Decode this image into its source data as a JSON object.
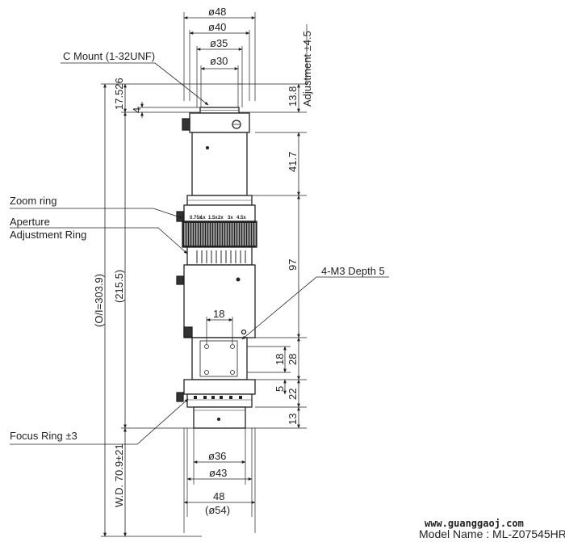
{
  "dimensions": {
    "top_diameters": [
      "ø48",
      "ø40",
      "ø35",
      "ø30"
    ],
    "adjustment": "Adjustment ±4.5",
    "right_heights": [
      "13.8",
      "41.7",
      "97",
      "28",
      "18",
      "22",
      "5",
      "13"
    ],
    "left_heights": [
      "17.526",
      "4",
      "(O/I=303.9)",
      "(215.5)",
      "W.D. 70.9±21"
    ],
    "block_width": "18",
    "bottom_diameters": [
      "ø36",
      "ø43"
    ],
    "bottom_width": "48",
    "bottom_outer": "(ø54)"
  },
  "callouts": {
    "c_mount": "C Mount (1-32UNF)",
    "zoom_ring": "Zoom ring",
    "aperture_1": "Aperture",
    "aperture_2": "Adjustment Ring",
    "focus_ring": "Focus Ring ±3",
    "m3_depth": "4-M3 Depth 5"
  },
  "zoom_scale": [
    "0.75x",
    "1x",
    "1.5x",
    "2x",
    "3x",
    "4.5x"
  ],
  "watermark": "www.guanggaoj.com",
  "model_name": "Model Name : ML-Z07545HR"
}
